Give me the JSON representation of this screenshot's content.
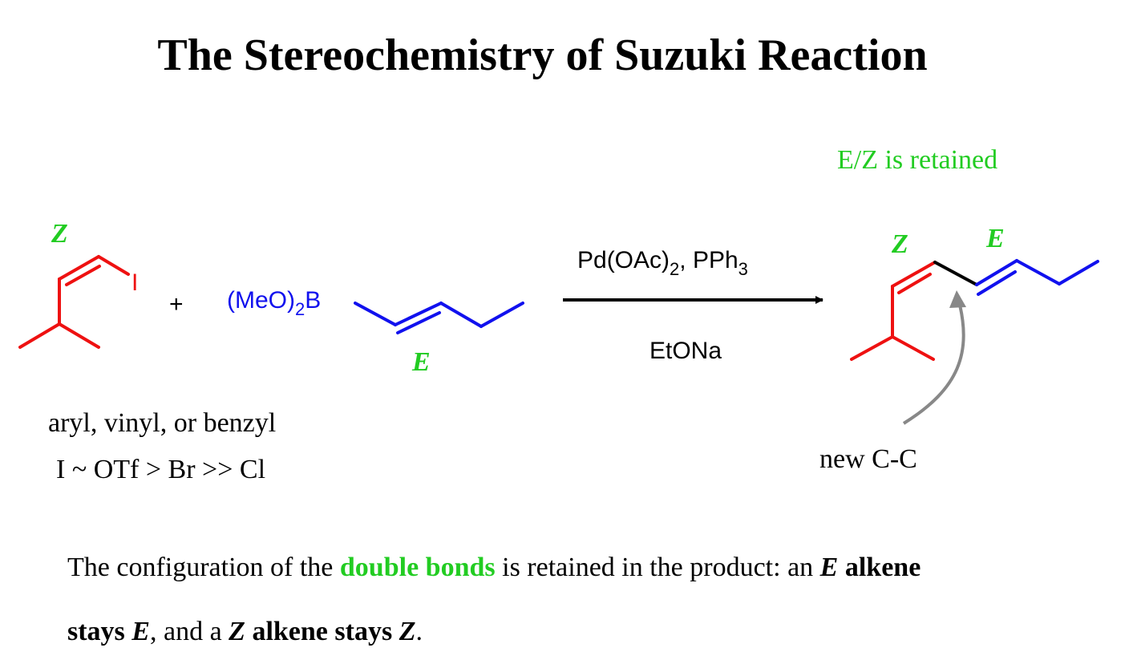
{
  "title": "The Stereochemistry of Suzuki Reaction",
  "reactant1": {
    "iodine": "I",
    "stereo_label": "Z",
    "note_line1": "aryl, vinyl, or benzyl",
    "note_line2": "I ~ OTf > Br >> Cl"
  },
  "plus": "+",
  "reactant2": {
    "boron_prefix": "(MeO)",
    "boron_sub": "2",
    "boron_suffix": "B",
    "stereo_label": "E"
  },
  "conditions": {
    "catalyst_prefix": "Pd(OAc)",
    "catalyst_sub": "2",
    "catalyst_mid": ", PPh",
    "catalyst_sub2": "3",
    "base": "EtONa"
  },
  "product": {
    "retained_note": "E/Z is retained",
    "z_label": "Z",
    "e_label": "E",
    "new_bond_note": "new C-C"
  },
  "caption": {
    "part1": "The configuration of the ",
    "highlight": "double bonds",
    "part2": " is retained in the product: an ",
    "e1": "E",
    "alkene1": " alkene",
    "stays1": "stays ",
    "e2": "E",
    "part3": ", and a ",
    "z1": "Z",
    "alkene2": " alkene stays ",
    "z2": "Z",
    "end": "."
  },
  "colors": {
    "red": "#ee1111",
    "blue": "#1111ee",
    "green": "#22cc22",
    "black": "#000000",
    "gray": "#888888"
  }
}
